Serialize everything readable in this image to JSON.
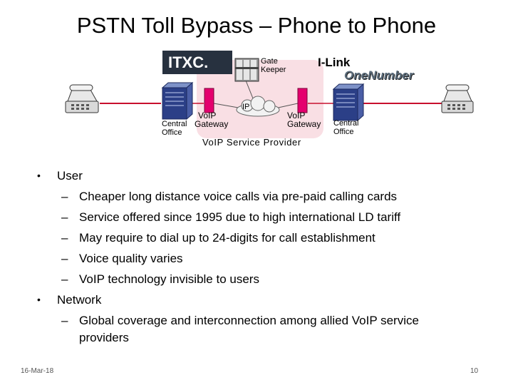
{
  "slide": {
    "title": "PSTN Toll Bypass – Phone to Phone",
    "date": "16-Mar-18",
    "page_number": "10"
  },
  "diagram": {
    "labels": {
      "itxc": "ITXC.",
      "ilink": "I-Link",
      "onenumber": "OneNumber",
      "gatekeeper_line1": "Gate",
      "gatekeeper_line2": "Keeper",
      "ip": "IP",
      "left_co_line1": "Central",
      "left_co_line2": "Office",
      "left_gw_line1": "VoIP",
      "left_gw_line2": "Gateway",
      "right_gw_line1": "VoIP",
      "right_gw_line2": "Gateway",
      "right_co_line1": "Central",
      "right_co_line2": "Office",
      "provider": "VoIP Service Provider"
    },
    "colors": {
      "provider_zone": "#f9dfe4",
      "gateway": "#e4006e",
      "line_red": "#c8102e",
      "server_blue": "#2b3f87",
      "itxc_bg": "#27313f"
    }
  },
  "bullets": [
    {
      "marker": "•",
      "text": "User",
      "subitems": [
        {
          "marker": "–",
          "text": "Cheaper long distance voice calls via pre-paid calling cards"
        },
        {
          "marker": "–",
          "text": "Service offered since 1995 due to high international LD tariff"
        },
        {
          "marker": "–",
          "text": "May require to dial up to 24-digits for call establishment"
        },
        {
          "marker": "–",
          "text": "Voice quality varies"
        },
        {
          "marker": "–",
          "text": "VoIP technology invisible to users"
        }
      ]
    },
    {
      "marker": "•",
      "text": "Network",
      "subitems": [
        {
          "marker": "–",
          "text": "Global coverage and interconnection among allied VoIP service providers"
        }
      ]
    }
  ]
}
